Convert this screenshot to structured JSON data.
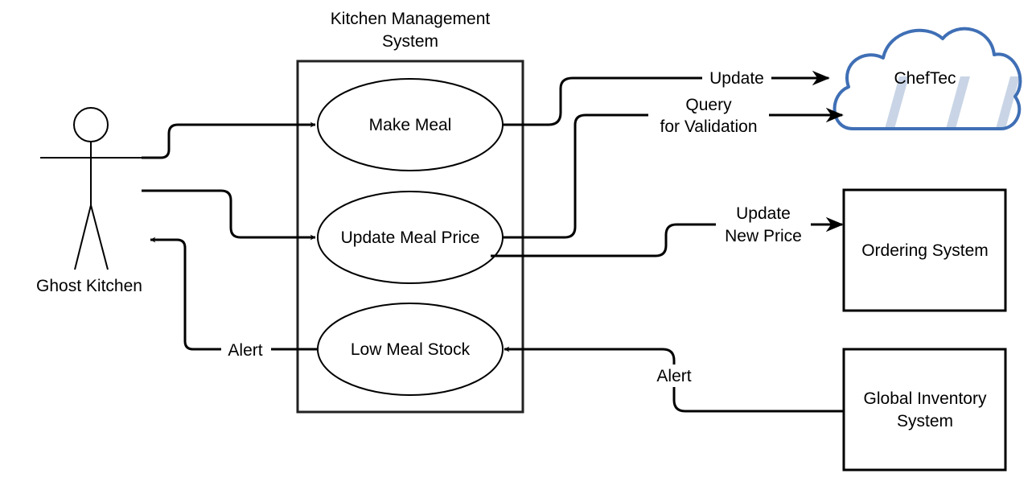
{
  "system": {
    "title_line1": "Kitchen Management",
    "title_line2": "System"
  },
  "actor": {
    "name": "Ghost Kitchen"
  },
  "use_cases": {
    "make_meal": "Make Meal",
    "update_meal_price": "Update Meal Price",
    "low_meal_stock": "Low Meal Stock"
  },
  "external": {
    "cheftec": "ChefTec",
    "ordering_system": "Ordering System",
    "global_inventory_line1": "Global Inventory",
    "global_inventory_line2": "System"
  },
  "edges": {
    "update": "Update",
    "query_line1": "Query",
    "query_line2": "for Validation",
    "update_price_line1": "Update",
    "update_price_line2": "New Price",
    "alert_to_actor": "Alert",
    "alert_from_inventory": "Alert"
  },
  "colors": {
    "cloud_stroke": "#3f6fb5",
    "cloud_stripe": "#c9d5e6",
    "line": "#000000"
  }
}
